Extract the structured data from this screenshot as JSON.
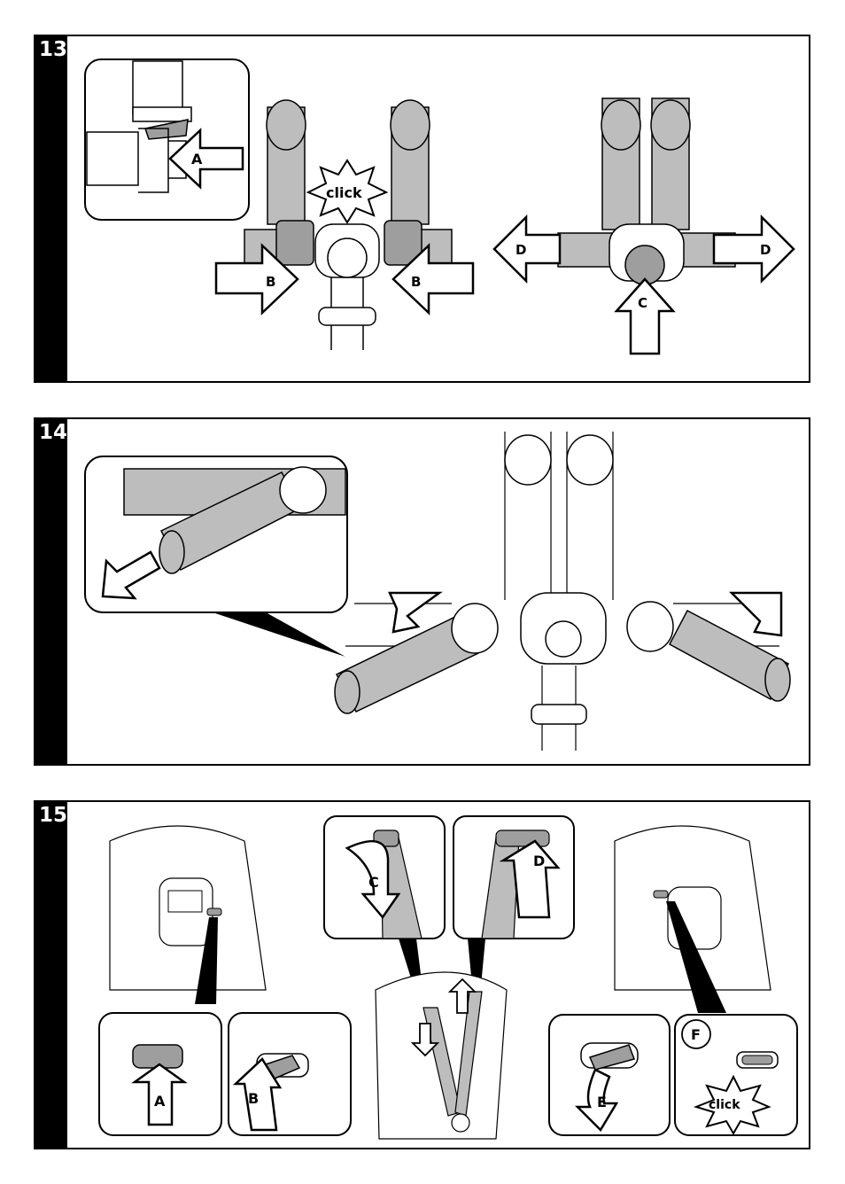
{
  "steps": [
    {
      "number": "13",
      "labels": {
        "a": "A",
        "b_left": "B",
        "b_right": "B",
        "c": "C",
        "d_left": "D",
        "d_right": "D",
        "click": "click"
      }
    },
    {
      "number": "14"
    },
    {
      "number": "15",
      "labels": {
        "a": "A",
        "b": "B",
        "c": "C",
        "d": "D",
        "e": "E",
        "f": "F",
        "click": "click"
      }
    }
  ],
  "colors": {
    "strap": "#bdbdbd",
    "strap_dark": "#9e9e9e",
    "outline": "#000000",
    "tab": "#000000"
  }
}
